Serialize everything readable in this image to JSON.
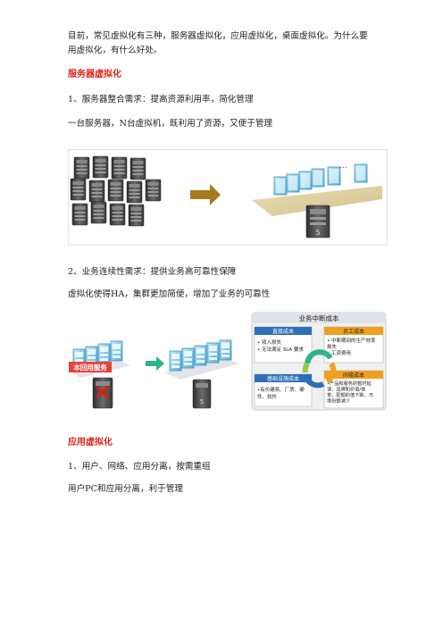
{
  "intro": {
    "line1": "目前，常见虚拟化有三种，服务器虚拟化，应用虚拟化，桌面虚拟化。为什么要",
    "line2": "用虚拟化，有什么好处。"
  },
  "server_virtualization": {
    "heading": "服务器虚拟化",
    "point1_title": "1、服务器整合需求：提高资源利用率，简化管理",
    "point1_body": "一台服务器，N台虚拟机，既利用了资源，又便于管理",
    "point2_title": "2、业务连续性需求：提供业务高可靠性保障",
    "point2_body": "虚拟化使得HA，集群更加简便，增加了业务的可靠性"
  },
  "figure1": {
    "ellipsis": "..."
  },
  "figure2": {
    "banner_label": "本回用服务",
    "panel_title": "业务中断成本",
    "box_tl_title": "直接成本",
    "box_tl_items": [
      "• 收入损失",
      "• 无法满足 SLA 要求"
    ],
    "box_tr_title": "员工成本",
    "box_tr_items": [
      "• 中断期间的生产效率",
      "  损失",
      "• 工资费用"
    ],
    "box_bl_title": "基础设施成本",
    "box_bl_items": [
      "•有价建筑、厂房、硬",
      "  件、软件"
    ],
    "box_br_title": "间接成本",
    "box_br_items": [
      "•产品和服务的暂时延",
      "  误、品牌和价值/信",
      "  誉、配额的值下跌、市",
      "  场份额减少"
    ]
  },
  "app_virtualization": {
    "heading": "应用虚拟化",
    "point1_title": "1、用户、网络、应用分离，按需重组",
    "point1_body": "用户PC和应用分离，利于管理"
  },
  "colors": {
    "heading_red": "#e0261c",
    "server_dark": "#4a4a4a",
    "arrow_brown": "#a67a1e",
    "vm_blue": "#7fc6e8",
    "panel_orange": "#f0a020",
    "panel_blue": "#2f6fb8",
    "arrow_green": "#2bb38a"
  }
}
